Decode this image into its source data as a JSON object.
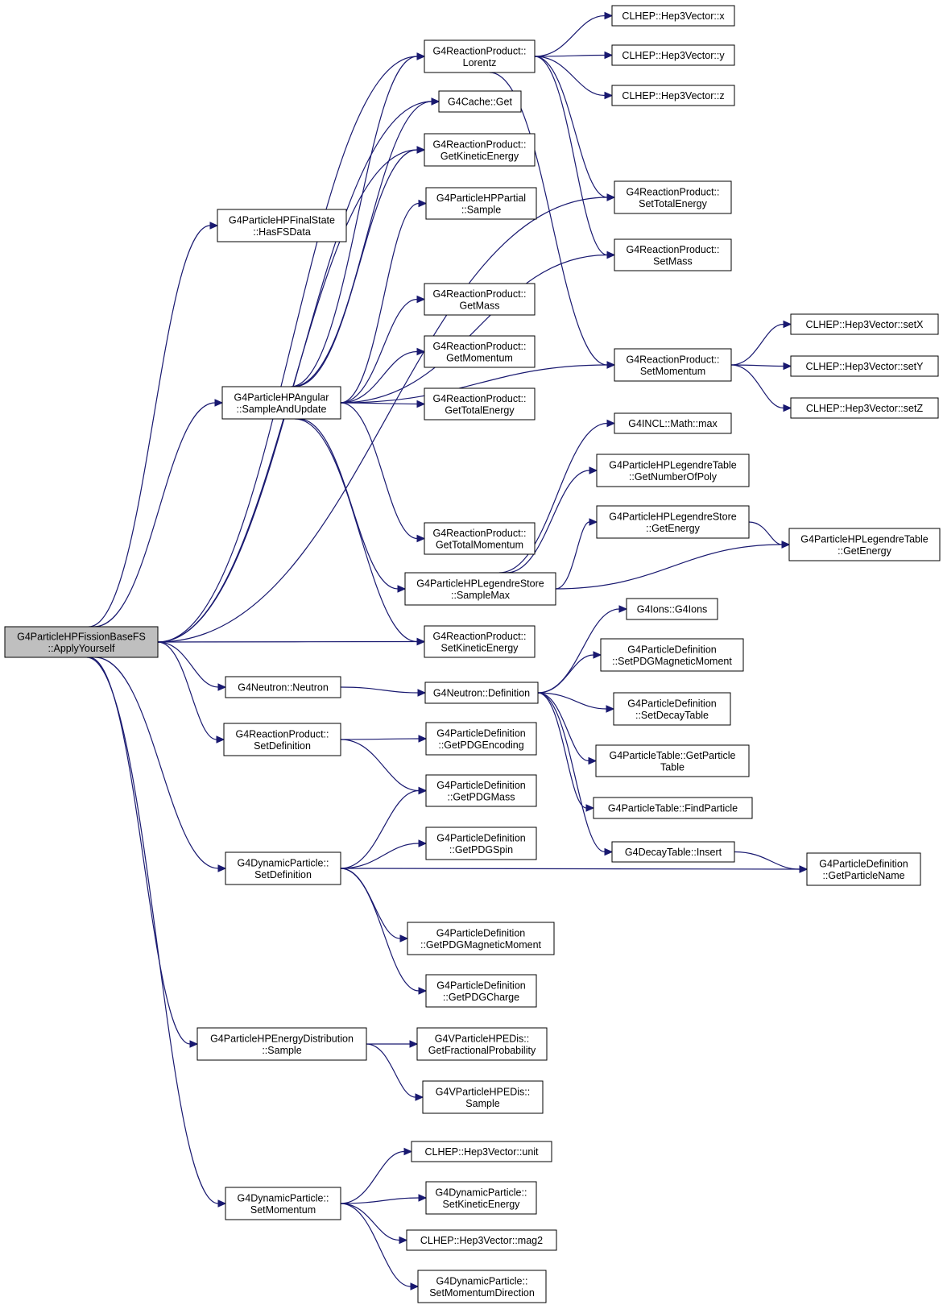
{
  "colors": {
    "edge": "#191970",
    "node_border": "#000000",
    "node_border_truncated": "#ff0000",
    "node_fill": "#ffffff",
    "root_fill": "#bfbfbf"
  },
  "nodes": [
    {
      "id": "root",
      "lines": [
        "G4ParticleHPFissionBaseFS",
        "::ApplyYourself"
      ],
      "root": true
    },
    {
      "id": "hasfs",
      "lines": [
        "G4ParticleHPFinalState",
        "::HasFSData"
      ]
    },
    {
      "id": "angular",
      "lines": [
        "G4ParticleHPAngular",
        "::SampleAndUpdate"
      ]
    },
    {
      "id": "lorentz",
      "lines": [
        "G4ReactionProduct::",
        "Lorentz"
      ]
    },
    {
      "id": "cacheget",
      "lines": [
        "G4Cache::Get"
      ]
    },
    {
      "id": "getkin",
      "lines": [
        "G4ReactionProduct::",
        "GetKineticEnergy"
      ]
    },
    {
      "id": "partial",
      "lines": [
        "G4ParticleHPPartial",
        "::Sample"
      ],
      "truncated": true
    },
    {
      "id": "getmass",
      "lines": [
        "G4ReactionProduct::",
        "GetMass"
      ]
    },
    {
      "id": "getmom",
      "lines": [
        "G4ReactionProduct::",
        "GetMomentum"
      ]
    },
    {
      "id": "gettot",
      "lines": [
        "G4ReactionProduct::",
        "GetTotalEnergy"
      ]
    },
    {
      "id": "gettotmom",
      "lines": [
        "G4ReactionProduct::",
        "GetTotalMomentum"
      ]
    },
    {
      "id": "samplemax",
      "lines": [
        "G4ParticleHPLegendreStore",
        "::SampleMax"
      ],
      "truncated": true
    },
    {
      "id": "setkin",
      "lines": [
        "G4ReactionProduct::",
        "SetKineticEnergy"
      ]
    },
    {
      "id": "hx",
      "lines": [
        "CLHEP::Hep3Vector::x"
      ]
    },
    {
      "id": "hy",
      "lines": [
        "CLHEP::Hep3Vector::y"
      ]
    },
    {
      "id": "hz",
      "lines": [
        "CLHEP::Hep3Vector::z"
      ]
    },
    {
      "id": "settot",
      "lines": [
        "G4ReactionProduct::",
        "SetTotalEnergy"
      ]
    },
    {
      "id": "setmass",
      "lines": [
        "G4ReactionProduct::",
        "SetMass"
      ]
    },
    {
      "id": "setmom",
      "lines": [
        "G4ReactionProduct::",
        "SetMomentum"
      ]
    },
    {
      "id": "setX",
      "lines": [
        "CLHEP::Hep3Vector::setX"
      ]
    },
    {
      "id": "setY",
      "lines": [
        "CLHEP::Hep3Vector::setY"
      ]
    },
    {
      "id": "setZ",
      "lines": [
        "CLHEP::Hep3Vector::setZ"
      ]
    },
    {
      "id": "mathmax",
      "lines": [
        "G4INCL::Math::max"
      ]
    },
    {
      "id": "numpoly",
      "lines": [
        "G4ParticleHPLegendreTable",
        "::GetNumberOfPoly"
      ]
    },
    {
      "id": "storeen",
      "lines": [
        "G4ParticleHPLegendreStore",
        "::GetEnergy"
      ]
    },
    {
      "id": "tableen",
      "lines": [
        "G4ParticleHPLegendreTable",
        "::GetEnergy"
      ]
    },
    {
      "id": "neutron",
      "lines": [
        "G4Neutron::Neutron"
      ]
    },
    {
      "id": "definition",
      "lines": [
        "G4Neutron::Definition"
      ]
    },
    {
      "id": "g4ions",
      "lines": [
        "G4Ions::G4Ions"
      ]
    },
    {
      "id": "setpdgmm",
      "lines": [
        "G4ParticleDefinition",
        "::SetPDGMagneticMoment"
      ]
    },
    {
      "id": "setdecay",
      "lines": [
        "G4ParticleDefinition",
        "::SetDecayTable"
      ]
    },
    {
      "id": "getpt",
      "lines": [
        "G4ParticleTable::GetParticle",
        "Table"
      ],
      "truncated": true
    },
    {
      "id": "findp",
      "lines": [
        "G4ParticleTable::FindParticle"
      ],
      "truncated": true
    },
    {
      "id": "decayins",
      "lines": [
        "G4DecayTable::Insert"
      ],
      "truncated": true
    },
    {
      "id": "getpname",
      "lines": [
        "G4ParticleDefinition",
        "::GetParticleName"
      ]
    },
    {
      "id": "rpsetdef",
      "lines": [
        "G4ReactionProduct::",
        "SetDefinition"
      ]
    },
    {
      "id": "pdgenc",
      "lines": [
        "G4ParticleDefinition",
        "::GetPDGEncoding"
      ]
    },
    {
      "id": "pdgmass",
      "lines": [
        "G4ParticleDefinition",
        "::GetPDGMass"
      ]
    },
    {
      "id": "pdgspin",
      "lines": [
        "G4ParticleDefinition",
        "::GetPDGSpin"
      ]
    },
    {
      "id": "dpsetdef",
      "lines": [
        "G4DynamicParticle::",
        "SetDefinition"
      ]
    },
    {
      "id": "getpdgmm",
      "lines": [
        "G4ParticleDefinition",
        "::GetPDGMagneticMoment"
      ]
    },
    {
      "id": "pdgcharge",
      "lines": [
        "G4ParticleDefinition",
        "::GetPDGCharge"
      ]
    },
    {
      "id": "edsample",
      "lines": [
        "G4ParticleHPEnergyDistribution",
        "::Sample"
      ]
    },
    {
      "id": "fracprob",
      "lines": [
        "G4VParticleHPEDis::",
        "GetFractionalProbability"
      ]
    },
    {
      "id": "vsample",
      "lines": [
        "G4VParticleHPEDis::",
        "Sample"
      ]
    },
    {
      "id": "dpsetmom",
      "lines": [
        "G4DynamicParticle::",
        "SetMomentum"
      ]
    },
    {
      "id": "unit",
      "lines": [
        "CLHEP::Hep3Vector::unit"
      ]
    },
    {
      "id": "dpsetkin",
      "lines": [
        "G4DynamicParticle::",
        "SetKineticEnergy"
      ]
    },
    {
      "id": "mag2",
      "lines": [
        "CLHEP::Hep3Vector::mag2"
      ]
    },
    {
      "id": "momdir",
      "lines": [
        "G4DynamicParticle::",
        "SetMomentumDirection"
      ]
    }
  ],
  "edges": [
    [
      "root",
      "hasfs"
    ],
    [
      "root",
      "lorentz"
    ],
    [
      "root",
      "cacheget"
    ],
    [
      "root",
      "getkin"
    ],
    [
      "root",
      "settot"
    ],
    [
      "root",
      "angular"
    ],
    [
      "root",
      "setkin"
    ],
    [
      "root",
      "neutron"
    ],
    [
      "root",
      "rpsetdef"
    ],
    [
      "root",
      "dpsetdef"
    ],
    [
      "root",
      "edsample"
    ],
    [
      "root",
      "dpsetmom"
    ],
    [
      "angular",
      "lorentz"
    ],
    [
      "angular",
      "cacheget"
    ],
    [
      "angular",
      "getkin"
    ],
    [
      "angular",
      "partial"
    ],
    [
      "angular",
      "getmass"
    ],
    [
      "angular",
      "getmom"
    ],
    [
      "angular",
      "gettot"
    ],
    [
      "angular",
      "gettotmom"
    ],
    [
      "angular",
      "samplemax"
    ],
    [
      "angular",
      "setkin"
    ],
    [
      "angular",
      "setmass"
    ],
    [
      "angular",
      "setmom"
    ],
    [
      "lorentz",
      "hx"
    ],
    [
      "lorentz",
      "hy"
    ],
    [
      "lorentz",
      "hz"
    ],
    [
      "lorentz",
      "settot"
    ],
    [
      "lorentz",
      "setmass"
    ],
    [
      "lorentz",
      "setmom"
    ],
    [
      "setmom",
      "setX"
    ],
    [
      "setmom",
      "setY"
    ],
    [
      "setmom",
      "setZ"
    ],
    [
      "samplemax",
      "mathmax"
    ],
    [
      "samplemax",
      "numpoly"
    ],
    [
      "samplemax",
      "storeen"
    ],
    [
      "samplemax",
      "tableen"
    ],
    [
      "storeen",
      "tableen"
    ],
    [
      "neutron",
      "definition"
    ],
    [
      "definition",
      "g4ions"
    ],
    [
      "definition",
      "setpdgmm"
    ],
    [
      "definition",
      "setdecay"
    ],
    [
      "definition",
      "getpt"
    ],
    [
      "definition",
      "findp"
    ],
    [
      "definition",
      "decayins"
    ],
    [
      "decayins",
      "getpname"
    ],
    [
      "rpsetdef",
      "pdgenc"
    ],
    [
      "rpsetdef",
      "pdgmass"
    ],
    [
      "dpsetdef",
      "pdgmass"
    ],
    [
      "dpsetdef",
      "pdgspin"
    ],
    [
      "dpsetdef",
      "getpname"
    ],
    [
      "dpsetdef",
      "getpdgmm"
    ],
    [
      "dpsetdef",
      "pdgcharge"
    ],
    [
      "edsample",
      "fracprob"
    ],
    [
      "edsample",
      "vsample"
    ],
    [
      "dpsetmom",
      "unit"
    ],
    [
      "dpsetmom",
      "dpsetkin"
    ],
    [
      "dpsetmom",
      "mag2"
    ],
    [
      "dpsetmom",
      "momdir"
    ]
  ]
}
